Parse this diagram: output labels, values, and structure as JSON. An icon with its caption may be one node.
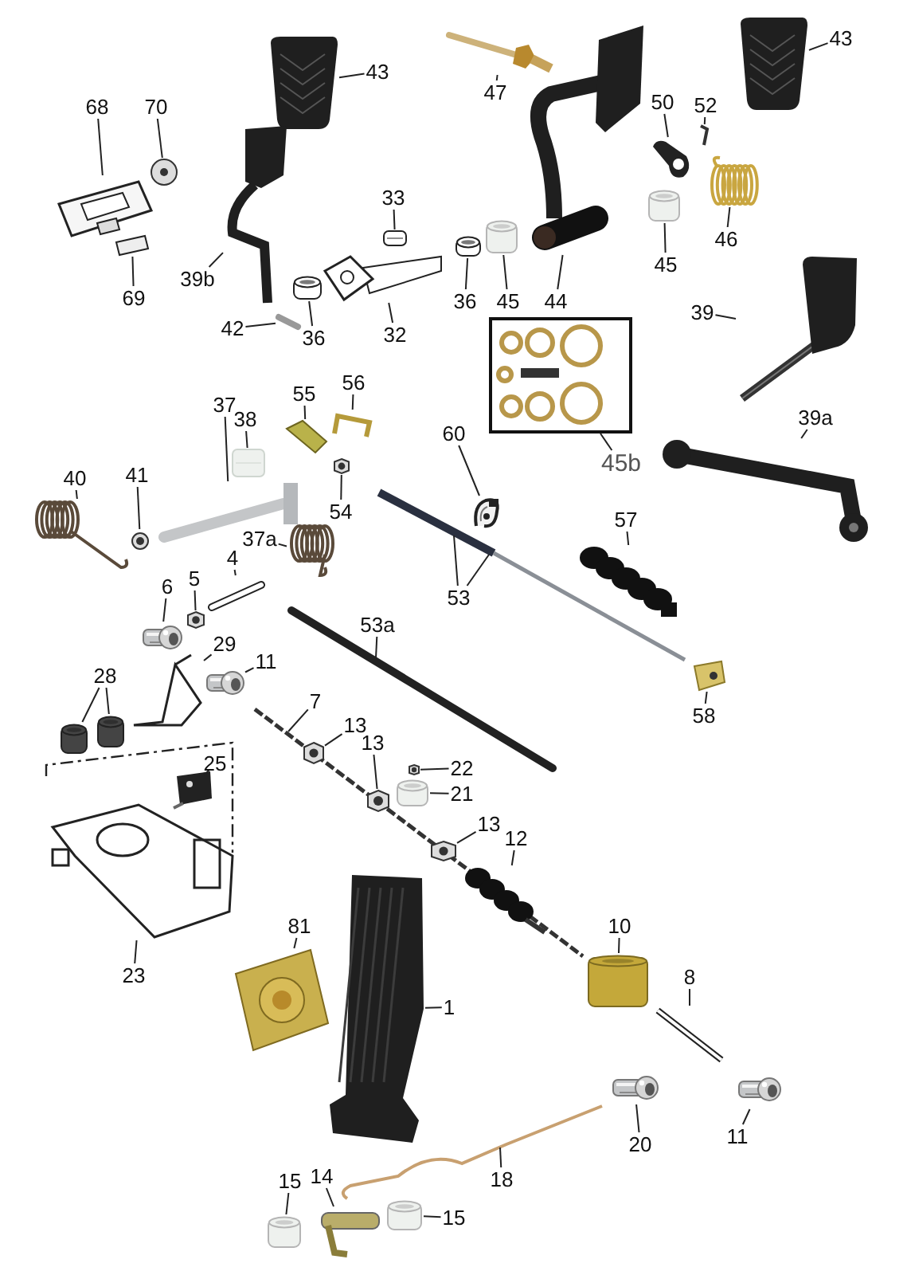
{
  "diagram": {
    "nodes": [
      {
        "text": [
          "43"
        ]
      },
      {
        "text": [],
        "shape": "picture"
      },
      {
        "text": [
          "47"
        ]
      },
      {
        "text": [],
        "shape": "picture"
      },
      {
        "text": [
          "43"
        ]
      },
      {
        "text": [],
        "shape": "picture"
      },
      {
        "text": [
          "68"
        ]
      },
      {
        "text": [],
        "shape": "picture"
      },
      {
        "text": [
          "70"
        ]
      },
      {
        "text": [],
        "shape": "circle"
      },
      {
        "text": [
          "69"
        ]
      },
      {
        "text": [],
        "shape": "picture"
      },
      {
        "text": [
          "39b"
        ]
      },
      {
        "text": [],
        "shape": "picture"
      },
      {
        "text": [
          "42"
        ]
      },
      {
        "text": [],
        "shape": "picture"
      },
      {
        "text": [
          "33"
        ]
      },
      {
        "text": [],
        "shape": "box"
      },
      {
        "text": [
          "36"
        ]
      },
      {
        "text": [],
        "shape": "cylinder"
      },
      {
        "text": [
          "32"
        ]
      },
      {
        "text": [],
        "shape": "picture"
      },
      {
        "text": [
          "36"
        ]
      },
      {
        "text": [],
        "shape": "cylinder"
      },
      {
        "text": [
          "45"
        ]
      },
      {
        "text": [],
        "shape": "cylinder"
      },
      {
        "text": [
          "44"
        ]
      },
      {
        "text": [],
        "shape": "picture"
      },
      {
        "text": [
          "50"
        ]
      },
      {
        "text": [],
        "shape": "picture"
      },
      {
        "text": [
          "45"
        ]
      },
      {
        "text": [],
        "shape": "cylinder"
      },
      {
        "text": [
          "52"
        ]
      },
      {
        "text": [],
        "shape": "picture"
      },
      {
        "text": [
          "46"
        ]
      },
      {
        "text": [],
        "shape": "picture"
      },
      {
        "text": [
          "45b"
        ]
      },
      {
        "text": [],
        "shape": "picture"
      },
      {
        "text": [
          "39"
        ]
      },
      {
        "text": [],
        "shape": "picture"
      },
      {
        "text": [
          "39a"
        ]
      },
      {
        "text": [],
        "shape": "picture"
      },
      {
        "text": [
          "37"
        ]
      },
      {
        "text": [],
        "shape": "picture"
      },
      {
        "text": [
          "38"
        ]
      },
      {
        "text": [],
        "shape": "box"
      },
      {
        "text": [
          "55"
        ]
      },
      {
        "text": [],
        "shape": "picture"
      },
      {
        "text": [
          "56"
        ]
      },
      {
        "text": [],
        "shape": "picture"
      },
      {
        "text": [
          "60"
        ]
      },
      {
        "text": [],
        "shape": "picture"
      },
      {
        "text": [
          "41"
        ]
      },
      {
        "text": [],
        "shape": "circle"
      },
      {
        "text": [
          "40"
        ]
      },
      {
        "text": [],
        "shape": "picture"
      },
      {
        "text": [
          "54"
        ]
      },
      {
        "text": [],
        "shape": "hexagon"
      },
      {
        "text": [
          "37a"
        ]
      },
      {
        "text": [],
        "shape": "picture"
      },
      {
        "text": [
          "53"
        ]
      },
      {
        "text": [
          "57"
        ]
      },
      {
        "text": [],
        "shape": "picture"
      },
      {
        "text": [
          "58"
        ]
      },
      {
        "text": [],
        "shape": "picture"
      },
      {
        "text": [
          "6"
        ]
      },
      {
        "text": [],
        "shape": "picture"
      },
      {
        "text": [
          "5"
        ]
      },
      {
        "text": [],
        "shape": "hexagon"
      },
      {
        "text": [
          "4"
        ]
      },
      {
        "text": [],
        "shape": "picture"
      },
      {
        "text": [
          "29"
        ]
      },
      {
        "text": [],
        "shape": "picture"
      },
      {
        "text": [
          "11"
        ]
      },
      {
        "text": [],
        "shape": "picture"
      },
      {
        "text": [
          "53a"
        ]
      },
      {
        "text": [
          "28"
        ]
      },
      {
        "text": [],
        "shape": "cylinder"
      },
      {
        "text": [],
        "shape": "cylinder"
      },
      {
        "text": [
          "7"
        ]
      },
      {
        "text": [
          "13"
        ]
      },
      {
        "text": [],
        "shape": "hexagon"
      },
      {
        "text": [
          "13"
        ]
      },
      {
        "text": [],
        "shape": "hexagon"
      },
      {
        "text": [
          "22"
        ]
      },
      {
        "text": [],
        "shape": "hexagon"
      },
      {
        "text": [
          "21"
        ]
      },
      {
        "text": [],
        "shape": "cylinder"
      },
      {
        "text": [
          "25"
        ]
      },
      {
        "text": [],
        "shape": "picture"
      },
      {
        "text": [
          "13"
        ]
      },
      {
        "text": [],
        "shape": "hexagon"
      },
      {
        "text": [
          "12"
        ]
      },
      {
        "text": [],
        "shape": "picture"
      },
      {
        "text": [
          "23"
        ]
      },
      {
        "text": [],
        "shape": "picture"
      },
      {
        "text": [
          "81"
        ]
      },
      {
        "text": [],
        "shape": "picture"
      },
      {
        "text": [
          "1"
        ]
      },
      {
        "text": [],
        "shape": "picture"
      },
      {
        "text": [
          "10"
        ]
      },
      {
        "text": [],
        "shape": "cylinder"
      },
      {
        "text": [
          "8"
        ]
      },
      {
        "text": [],
        "shape": "picture"
      },
      {
        "text": [
          "20"
        ]
      },
      {
        "text": [],
        "shape": "picture"
      },
      {
        "text": [
          "11"
        ]
      },
      {
        "text": [],
        "shape": "picture"
      },
      {
        "text": [
          "18"
        ]
      },
      {
        "text": [
          "14"
        ]
      },
      {
        "text": [],
        "shape": "picture"
      },
      {
        "text": [
          "15"
        ]
      },
      {
        "text": [],
        "shape": "cylinder"
      },
      {
        "text": [
          "15"
        ]
      },
      {
        "text": [],
        "shape": "cylinder"
      }
    ],
    "edges": [
      {
        "from": 0,
        "to": 1,
        "arrow": "none"
      },
      {
        "from": 2,
        "to": 3,
        "arrow": "none"
      },
      {
        "from": 4,
        "to": 5,
        "arrow": "none"
      },
      {
        "from": 6,
        "to": 7,
        "arrow": "none"
      },
      {
        "from": 8,
        "to": 9,
        "arrow": "none"
      },
      {
        "from": 10,
        "to": 11,
        "arrow": "none"
      },
      {
        "from": 12,
        "to": 13,
        "arrow": "none"
      },
      {
        "from": 14,
        "to": 15,
        "arrow": "none"
      },
      {
        "from": 16,
        "to": 17,
        "arrow": "none"
      },
      {
        "from": 18,
        "to": 19,
        "arrow": "none"
      },
      {
        "from": 20,
        "to": 21,
        "arrow": "none"
      },
      {
        "from": 22,
        "to": 23,
        "arrow": "none"
      },
      {
        "from": 24,
        "to": 25,
        "arrow": "none"
      },
      {
        "from": 26,
        "to": 27,
        "arrow": "none"
      },
      {
        "from": 28,
        "to": 29,
        "arrow": "none"
      },
      {
        "from": 30,
        "to": 31,
        "arrow": "none"
      },
      {
        "from": 32,
        "to": 33,
        "arrow": "none"
      },
      {
        "from": 34,
        "to": 35,
        "arrow": "none"
      },
      {
        "from": 36,
        "to": 37,
        "arrow": "none"
      },
      {
        "from": 38,
        "to": 39,
        "arrow": "none"
      },
      {
        "from": 40,
        "to": 41,
        "arrow": "none"
      },
      {
        "from": 42,
        "to": 43,
        "arrow": "none"
      },
      {
        "from": 44,
        "to": 45,
        "arrow": "none"
      },
      {
        "from": 46,
        "to": 47,
        "arrow": "none"
      },
      {
        "from": 48,
        "to": 49,
        "arrow": "none"
      },
      {
        "from": 50,
        "to": 51,
        "arrow": "none"
      },
      {
        "from": 52,
        "to": 53,
        "arrow": "none"
      },
      {
        "from": 54,
        "to": 55,
        "arrow": "none"
      },
      {
        "from": 56,
        "to": 57,
        "arrow": "none"
      },
      {
        "from": 58,
        "to": 59,
        "arrow": "none"
      },
      {
        "from": 60,
        "to": null,
        "arrow": "none"
      },
      {
        "from": 60,
        "to": null,
        "arrow": "none"
      },
      {
        "from": 61,
        "to": 62,
        "arrow": "none"
      },
      {
        "from": 63,
        "to": 64,
        "arrow": "none"
      },
      {
        "from": 65,
        "to": 66,
        "arrow": "none"
      },
      {
        "from": 67,
        "to": 68,
        "arrow": "none"
      },
      {
        "from": 69,
        "to": 70,
        "arrow": "none"
      },
      {
        "from": 71,
        "to": 72,
        "arrow": "none"
      },
      {
        "from": 73,
        "to": 74,
        "arrow": "none"
      },
      {
        "from": 75,
        "to": null,
        "arrow": "none"
      },
      {
        "from": 76,
        "to": 77,
        "arrow": "none"
      },
      {
        "from": 76,
        "to": 78,
        "arrow": "none"
      },
      {
        "from": 79,
        "to": null,
        "arrow": "none"
      },
      {
        "from": 80,
        "to": 81,
        "arrow": "none"
      },
      {
        "from": 82,
        "to": 83,
        "arrow": "none"
      },
      {
        "from": 84,
        "to": 85,
        "arrow": "none"
      },
      {
        "from": 86,
        "to": 87,
        "arrow": "none"
      },
      {
        "from": 88,
        "to": 89,
        "arrow": "none"
      },
      {
        "from": 90,
        "to": 91,
        "arrow": "none"
      },
      {
        "from": 92,
        "to": 93,
        "arrow": "none"
      },
      {
        "from": 94,
        "to": 95,
        "arrow": "none"
      },
      {
        "from": 96,
        "to": 97,
        "arrow": "none"
      },
      {
        "from": 98,
        "to": 99,
        "arrow": "none"
      },
      {
        "from": 100,
        "to": 101,
        "arrow": "none"
      },
      {
        "from": 102,
        "to": 103,
        "arrow": "none"
      },
      {
        "from": 104,
        "to": 105,
        "arrow": "none"
      },
      {
        "from": 106,
        "to": 107,
        "arrow": "none"
      },
      {
        "from": 108,
        "to": null,
        "arrow": "none"
      },
      {
        "from": 109,
        "to": 110,
        "arrow": "none"
      },
      {
        "from": 111,
        "to": 112,
        "arrow": "none"
      },
      {
        "from": 113,
        "to": 114,
        "arrow": "none"
      }
    ]
  }
}
